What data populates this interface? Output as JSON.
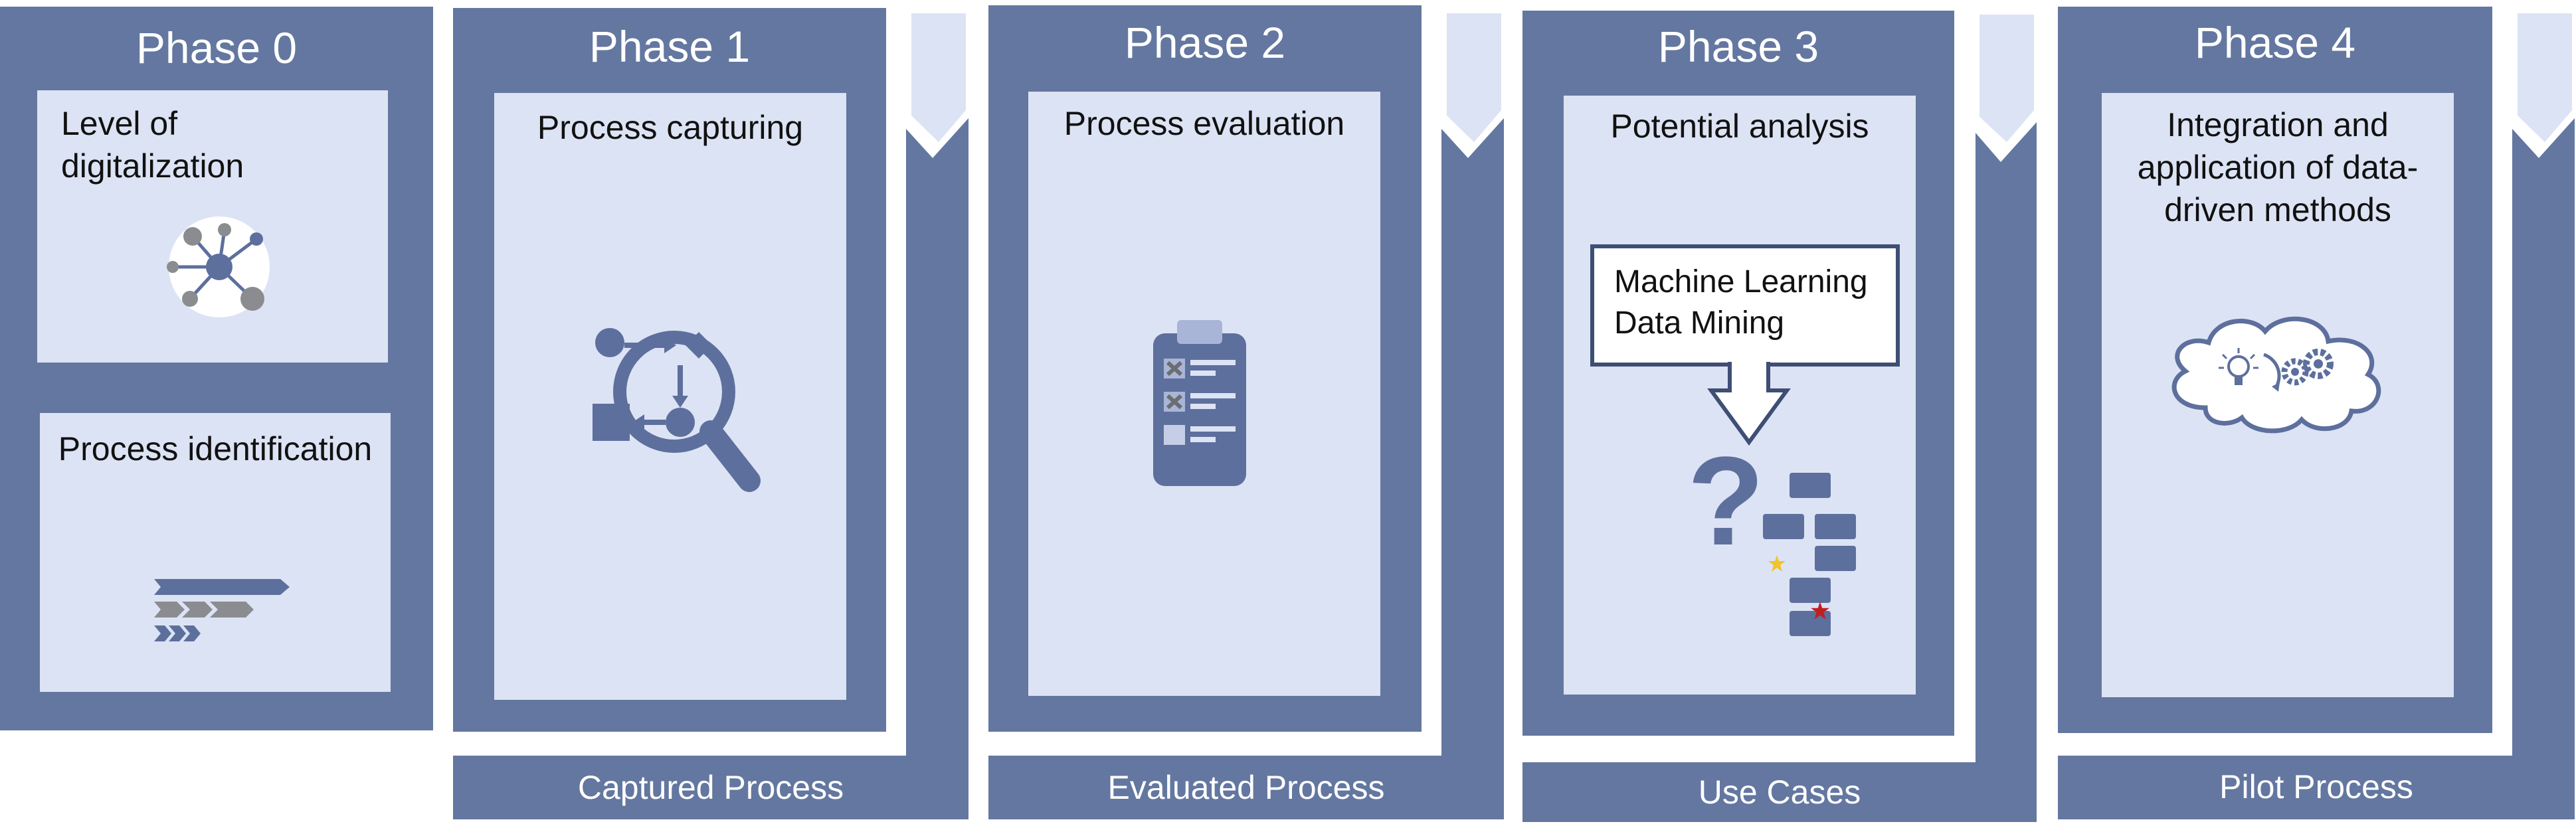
{
  "colors": {
    "block": "#6377a0",
    "box": "#dce3f4",
    "text_light": "#ffffff",
    "text_dark": "#111111",
    "icon_slate": "#5d6f9d",
    "icon_gray": "#8a8c90",
    "star_yellow": "#f2c32b",
    "star_red": "#c11f1f"
  },
  "phases": [
    {
      "title": "Phase 0",
      "boxes": [
        {
          "title_lines": [
            "Level of",
            "digitalization"
          ],
          "icon": "network-icon"
        },
        {
          "title_lines": [
            "Process identification"
          ],
          "icon": "chevron-process-icon"
        }
      ]
    },
    {
      "title": "Phase 1",
      "box": {
        "title_lines": [
          "Process capturing"
        ],
        "icon": "process-magnifier-icon"
      },
      "output": "Captured Process"
    },
    {
      "title": "Phase 2",
      "box": {
        "title_lines": [
          "Process evaluation"
        ],
        "icon": "clipboard-checklist-icon"
      },
      "output": "Evaluated Process"
    },
    {
      "title": "Phase 3",
      "box": {
        "title_lines": [
          "Potential analysis"
        ],
        "callout_lines": [
          "Machine Learning",
          "Data Mining"
        ],
        "icon_glyph": "?",
        "icon": "question-blocks-icon"
      },
      "output": "Use Cases"
    },
    {
      "title": "Phase 4",
      "box": {
        "title_lines": [
          "Integration and",
          "application of data-",
          "driven methods"
        ],
        "icon": "cloud-idea-gears-icon"
      },
      "output": "Pilot Process"
    }
  ]
}
